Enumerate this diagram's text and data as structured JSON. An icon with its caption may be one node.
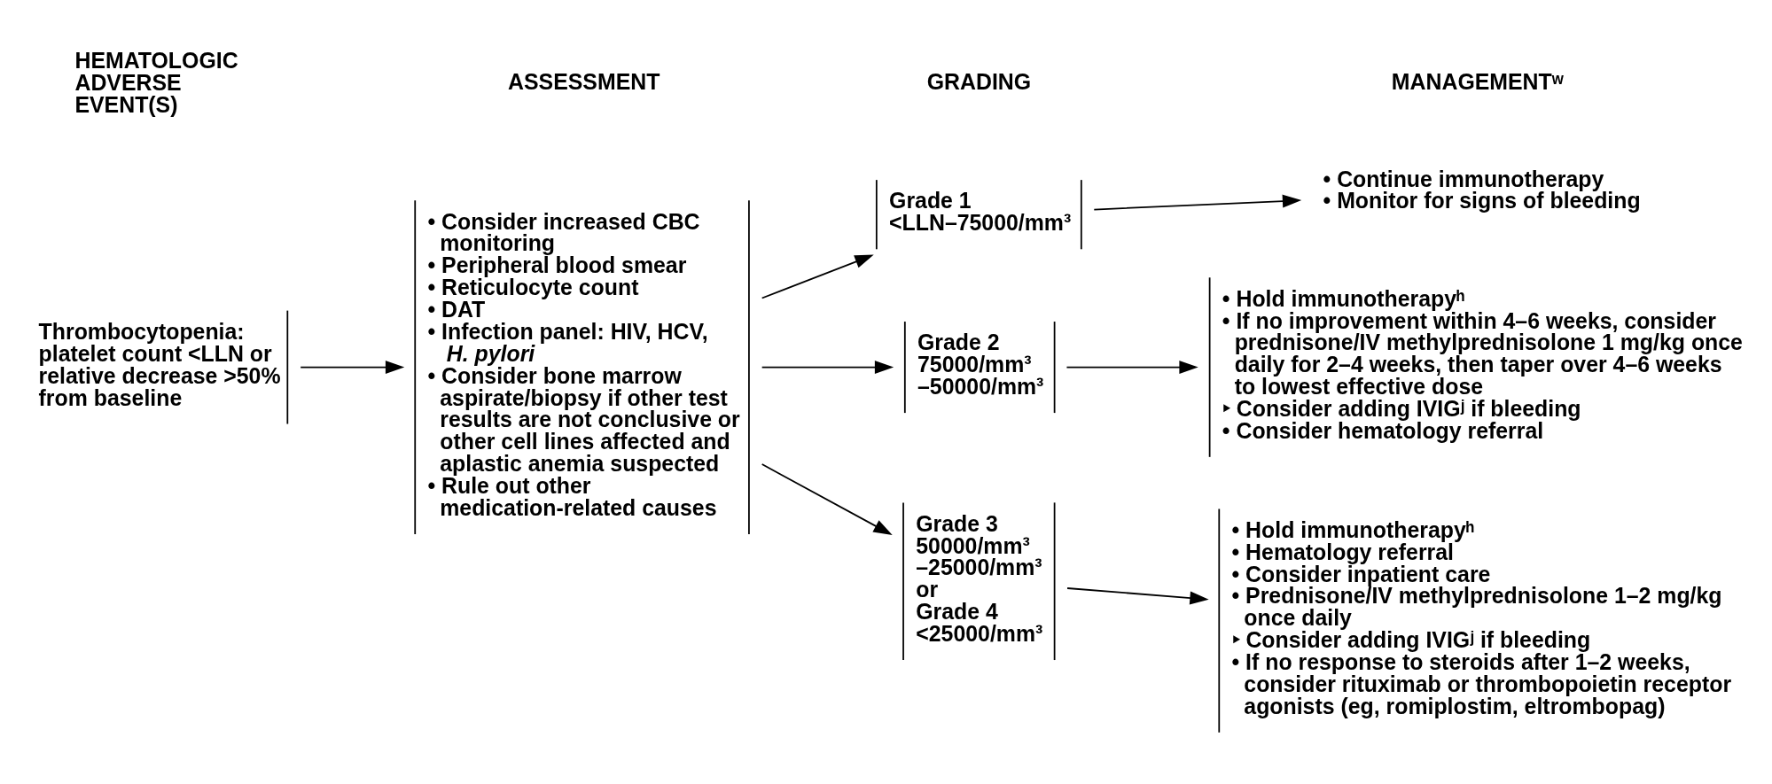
{
  "diagram": {
    "nodes": [
      {
        "text": [
          "Thrombocytopenia: platelet count <LLN or",
          "relative decrease >50% from baseline"
        ]
      },
      {
        "text": [
          "• Consider increased CBC monitoring",
          "• Peripheral blood smear",
          "• Reticulocyte count",
          "• DAT",
          "• Infection panel: HIV, HCV, *H. pylori*",
          "• Consider bone marrow aspirate/biopsy if other test results are not conclusive or other cell lines affected and aplastic anemia suspected",
          "• Rule out other medication-related causes"
        ]
      },
      {
        "text": [
          "Grade 1",
          "<LLN–75000/mm³"
        ]
      },
      {
        "text": [
          "Grade 2",
          "75000/mm³ –50000/mm³"
        ]
      },
      {
        "text": [
          "Grade 3",
          "50000/mm³ –25000/mm³",
          "or",
          "Grade 4",
          "<25000/mm³"
        ]
      },
      {
        "text": [
          "• Continue immunotherapy",
          "• Monitor for signs of bleeding"
        ]
      },
      {
        "text": [
          "• Hold immunotherapyʰ",
          "• If no improvement within 4–6 weeks, consider prednisone/IV methylprednisolone 1 mg/kg once daily for 2–4 weeks, then taper over 4–6 weeks to lowest effective dose",
          "‣ Consider adding IVIGʲ if bleeding",
          "• Consider hematology referral"
        ]
      },
      {
        "text": [
          "• Hold immunotherapyʰ",
          "• Hematology referral",
          "• Consider inpatient care",
          "• Prednisone/IV methylprednisolone 1–2 mg/kg once daily",
          "‣ Consider adding IVIGʲ if bleeding",
          "• If no response to steroids after 1–2 weeks, consider rituximab or thrombopoietin receptor agonists (eg, romiplostim, eltrombopag)"
        ]
      }
    ],
    "edges": [
      {
        "from": 0,
        "to": 1,
        "arrow": "to"
      },
      {
        "from": 1,
        "to": 2,
        "arrow": "to"
      },
      {
        "from": 1,
        "to": 3,
        "arrow": "to"
      },
      {
        "from": 1,
        "to": 4,
        "arrow": "to"
      },
      {
        "from": 2,
        "to": 5,
        "arrow": "to"
      },
      {
        "from": 3,
        "to": 6,
        "arrow": "to"
      },
      {
        "from": 4,
        "to": 7,
        "arrow": "to"
      }
    ],
    "labels": [
      "HEMATOLOGIC ADVERSE EVENT(S)",
      "ASSESSMENT",
      "GRADING",
      "MANAGEMENTʷ"
    ]
  }
}
